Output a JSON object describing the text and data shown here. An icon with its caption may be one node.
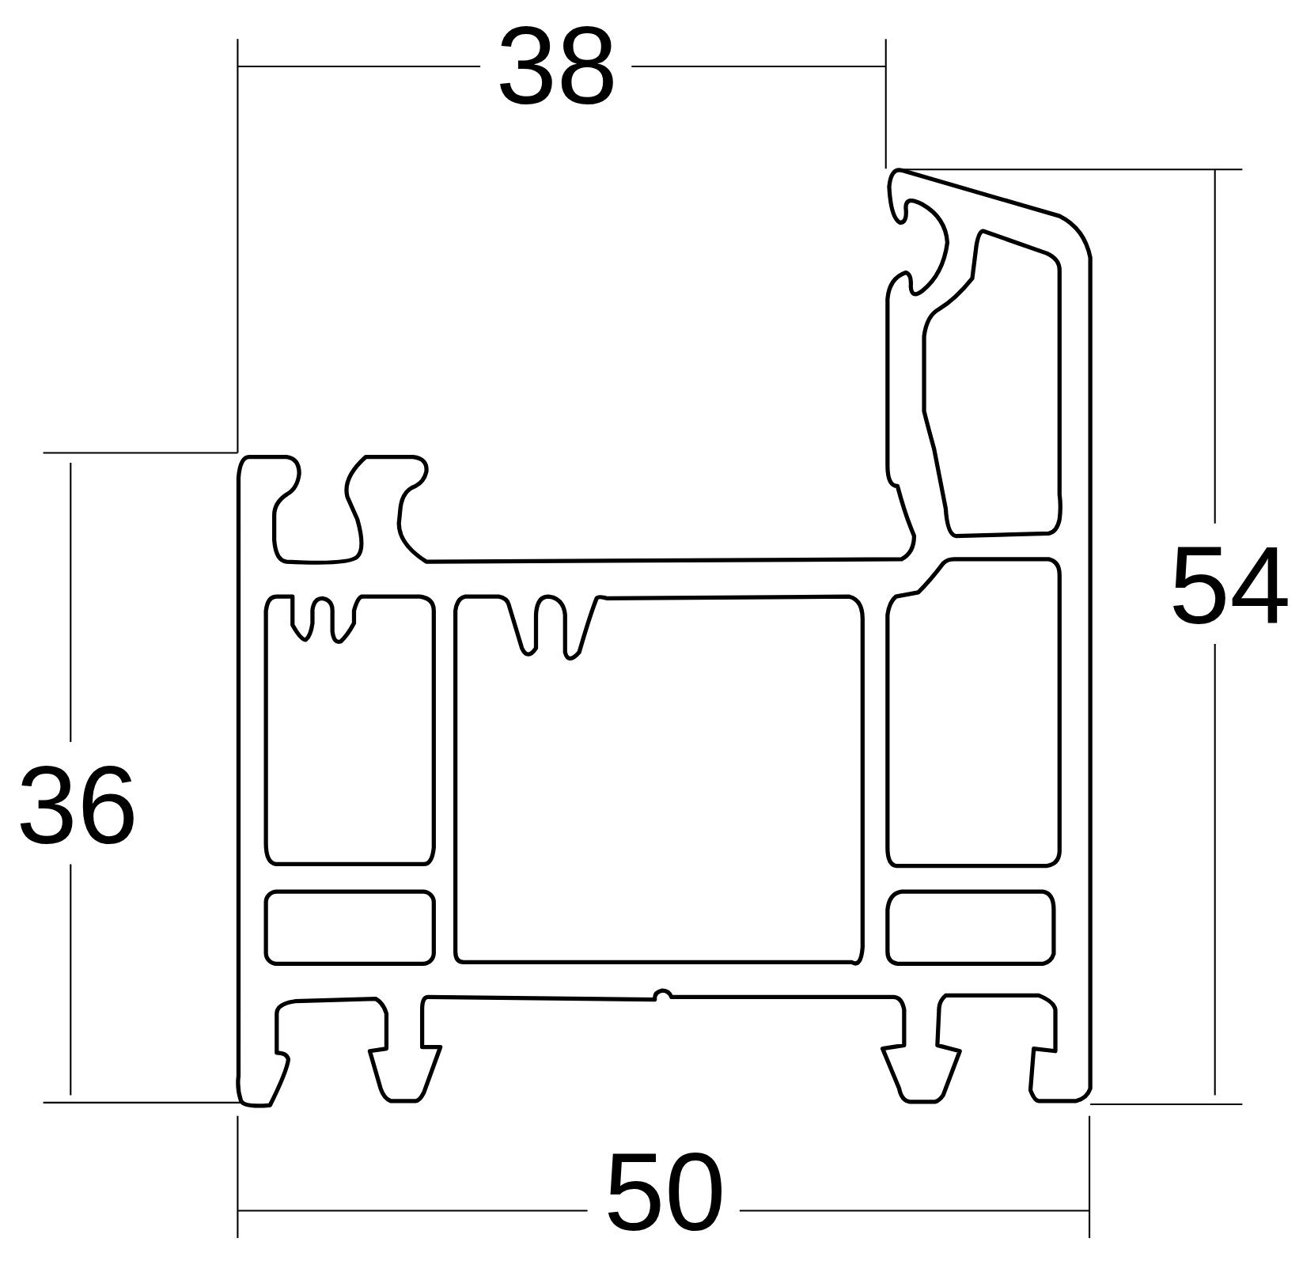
{
  "diagram": {
    "labels": [
      "38",
      "54",
      "36",
      "50"
    ]
  }
}
